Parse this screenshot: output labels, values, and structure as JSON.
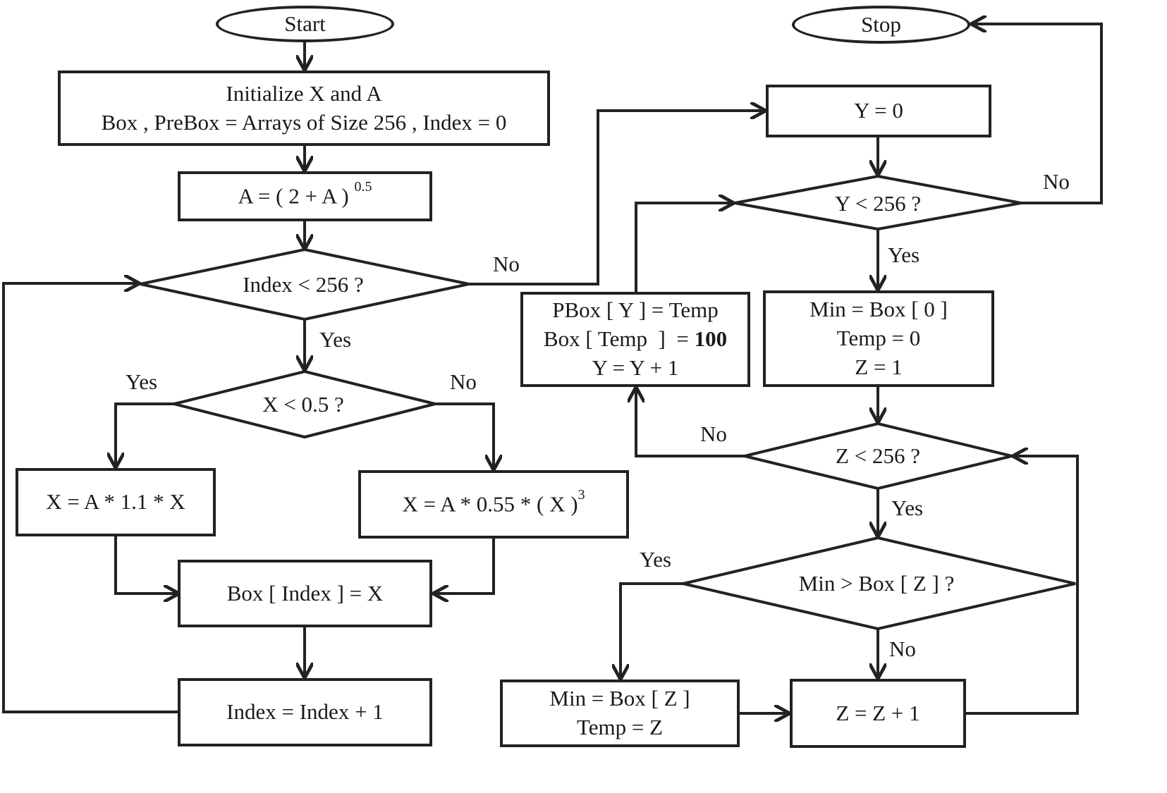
{
  "terminals": {
    "start": "Start",
    "stop": "Stop"
  },
  "left": {
    "init_line1": "Initialize X and A",
    "init_line2": "Box , PreBox = Arrays of Size 256 , Index = 0",
    "a_update_base": "A = ( 2 + A )",
    "a_update_exp": "0.5",
    "index_check": "Index < 256 ?",
    "x_check": "X < 0.5 ?",
    "x_small": "X =  A * 1.1 * X",
    "x_large_base": "X = A * 0.55 * ( X )",
    "x_large_exp": "3",
    "box_assign": "Box [ Index ] = X",
    "index_inc": "Index = Index + 1"
  },
  "right": {
    "y_init": "Y = 0",
    "y_check": "Y < 256 ?",
    "min_init_line1": "Min = Box [ 0 ]",
    "min_init_line2": "Temp = 0",
    "min_init_line3": "Z  = 1",
    "pbox_line1": "PBox [ Y ] = Temp",
    "pbox_line2_a": "Box [ Temp  ]  = ",
    "pbox_line2_b": "100",
    "pbox_line3": "Y = Y + 1",
    "z_check": "Z < 256 ?",
    "min_compare": "Min > Box [ Z ] ?",
    "min_update_line1": "Min = Box [ Z ]",
    "min_update_line2": "Temp = Z",
    "z_inc": "Z  = Z + 1"
  },
  "edge_labels": {
    "index_no": "No",
    "index_yes": "Yes",
    "x_yes": "Yes",
    "x_no": "No",
    "y_no": "No",
    "y_yes": "Yes",
    "z_no": "No",
    "z_yes": "Yes",
    "min_yes": "Yes",
    "min_no": "No"
  }
}
